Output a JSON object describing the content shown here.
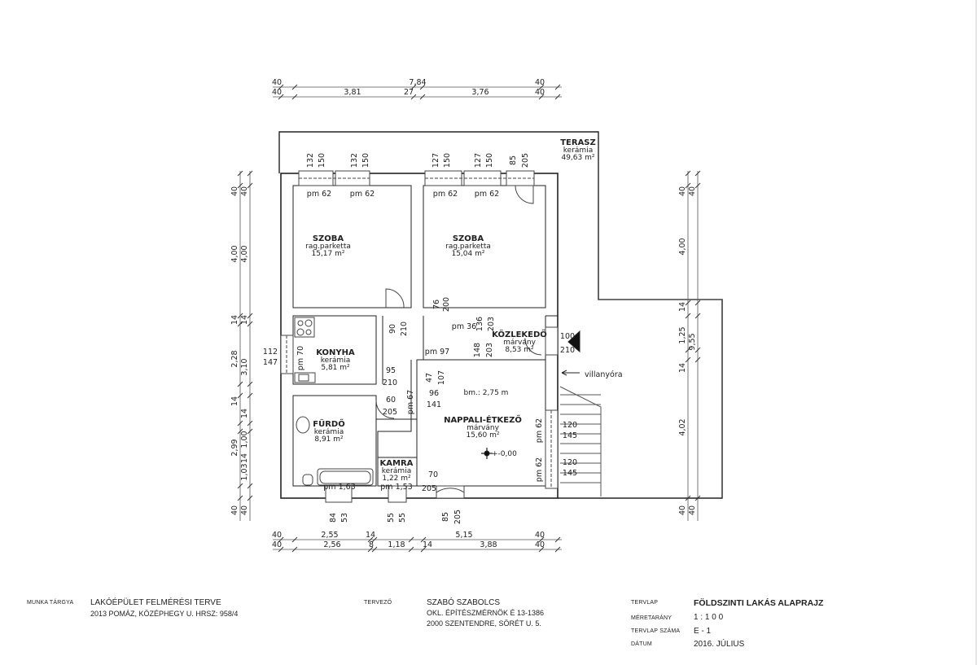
{
  "rooms": [
    {
      "name": "TERASZ",
      "floor": "kerámia",
      "area": "49,63 m²"
    },
    {
      "name": "SZOBA",
      "floor": "rag.parketta",
      "area": "15,17 m²"
    },
    {
      "name": "SZOBA",
      "floor": "rag.parketta",
      "area": "15,04 m²"
    },
    {
      "name": "KONYHA",
      "floor": "kerámia",
      "area": "5,81 m²"
    },
    {
      "name": "KÖZLEKEDŐ",
      "floor": "márvány",
      "area": "8,53 m²"
    },
    {
      "name": "FÜRDŐ",
      "floor": "kerámia",
      "area": "8,91 m²"
    },
    {
      "name": "KAMRA",
      "floor": "kerámia",
      "area": "1,22 m²"
    },
    {
      "name": "NAPPALI-ÉTKEZŐ",
      "floor": "márvány",
      "area": "15,60 m²"
    }
  ],
  "dimensions": {
    "top_row1": [
      "40",
      "7,84",
      "40"
    ],
    "top_row2": [
      "40",
      "3,81",
      "27",
      "3,76",
      "40"
    ],
    "bottom_row1": [
      "40",
      "2,55",
      "14",
      "5,15",
      "40"
    ],
    "bottom_row2": [
      "40",
      "2,56",
      "8",
      "1,18",
      "14",
      "3,88",
      "40"
    ],
    "left_outer": [
      "40",
      "4,00",
      "14",
      "2,28",
      "14",
      "2,99",
      "40"
    ],
    "left_inner": [
      "40",
      "4,00",
      "14",
      "3,10",
      "14",
      "1,00",
      "14",
      "1,03",
      "40"
    ],
    "right_outer": [
      "40",
      "4,00",
      "14",
      "1,25",
      "14",
      "4,02",
      "40"
    ],
    "right_inner": [
      "40",
      "9,55",
      "40"
    ]
  },
  "openings": [
    "132",
    "150",
    "132",
    "150",
    "127",
    "150",
    "127",
    "150",
    "85",
    "205",
    "pm 62",
    "pm 62",
    "pm 62",
    "pm 62",
    "90",
    "210",
    "76",
    "200",
    "pm 36",
    "136",
    "203",
    "148",
    "203",
    "100",
    "210",
    "pm 97",
    "47",
    "107",
    "95",
    "210",
    "60",
    "205",
    "96",
    "141",
    "pm 67",
    "112",
    "147",
    "pm 70",
    "pm 62",
    "120",
    "145",
    "pm 62",
    "120",
    "145",
    "pm 1,63",
    "pm 1,53",
    "70",
    "205",
    "84",
    "53",
    "55",
    "55",
    "85",
    "205"
  ],
  "annotations": {
    "meter": "villanyóra",
    "ceiling_height": "bm.: 2,75 m",
    "level": "+-0,00"
  },
  "title_block": {
    "subject_label": "MUNKA TÁRGYA",
    "subject_title": "LAKÓÉPÜLET FELMÉRÉSI TERVE",
    "subject_address": "2013 POMÁZ, KÖZÉPHEGY U.  HRSZ: 958/4",
    "designer_label": "TERVEZŐ",
    "designer_name": "SZABÓ SZABOLCS",
    "designer_title": "OKL. ÉPÍTÉSZMÉRNÖK    É 13-1386",
    "designer_address": "2000 SZENTENDRE, SÖRÉT U. 5.",
    "sheet_label": "TERVLAP",
    "sheet_value": "FÖLDSZINTI LAKÁS ALAPRAJZ",
    "scale_label": "MÉRETARÁNY",
    "scale_value": "1 : 1 0 0",
    "number_label": "TERVLAP SZÁMA",
    "number_value": "E - 1",
    "date_label": "DÁTUM",
    "date_value": "2016. JÚLIUS"
  }
}
